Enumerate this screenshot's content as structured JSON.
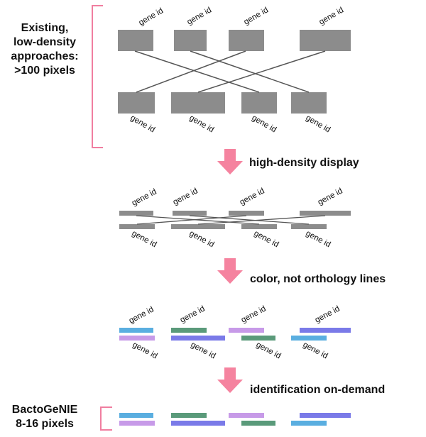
{
  "labels": {
    "existing": [
      "Existing,",
      "low-density",
      "approaches:",
      ">100 pixels"
    ],
    "bactogenie": [
      "BactoGeNIE",
      "8-16 pixels"
    ],
    "gene_label": "gene id"
  },
  "steps": [
    {
      "label": "high-density display"
    },
    {
      "label": "color, not orthology lines"
    },
    {
      "label": "identification on-demand"
    }
  ],
  "colors": {
    "gray": "#8c8c8c",
    "line": "#555555",
    "bracket": "#f07ea0",
    "arrow": "#f5839f",
    "cyan": "#5aaee0",
    "green": "#5a9a7a",
    "violet": "#c79ae8",
    "blue": "#7a7ae8"
  }
}
